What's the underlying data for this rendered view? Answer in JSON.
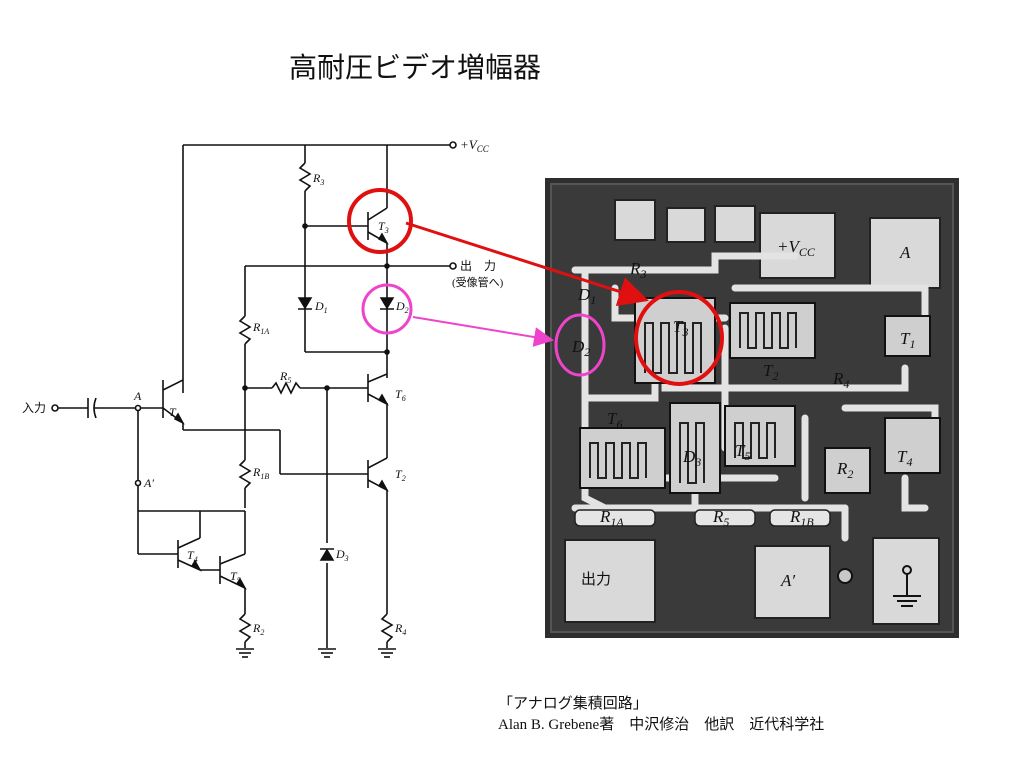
{
  "title": "高耐圧ビデオ増幅器",
  "schematic": {
    "supply_label": "+V",
    "supply_sub": "CC",
    "input_label": "入力",
    "output_label": "出　力",
    "output_note": "(受像管へ)",
    "node_a": "A",
    "node_a_prime": "A′",
    "components": {
      "R3": [
        "R",
        "3"
      ],
      "T3": [
        "T",
        "3"
      ],
      "D1": [
        "D",
        "1"
      ],
      "D2": [
        "D",
        "2"
      ],
      "R1A": [
        "R",
        "1A"
      ],
      "R5": [
        "R",
        "5"
      ],
      "T1": [
        "T",
        "1"
      ],
      "T6": [
        "T",
        "6"
      ],
      "R1B": [
        "R",
        "1B"
      ],
      "T2": [
        "T",
        "2"
      ],
      "T4": [
        "T",
        "4"
      ],
      "T5": [
        "T",
        "5"
      ],
      "D3": [
        "D",
        "3"
      ],
      "R2": [
        "R",
        "2"
      ],
      "R4": [
        "R",
        "4"
      ]
    }
  },
  "chip": {
    "labels": {
      "R3": [
        "R",
        "3"
      ],
      "D1": [
        "D",
        "1"
      ],
      "D2": [
        "D",
        "2"
      ],
      "T3": [
        "T",
        "3"
      ],
      "T2": [
        "T",
        "2"
      ],
      "R4": [
        "R",
        "4"
      ],
      "T1": [
        "T",
        "1"
      ],
      "T6": [
        "T",
        "6"
      ],
      "D3": [
        "D",
        "3"
      ],
      "T5": [
        "T",
        "5"
      ],
      "R2": [
        "R",
        "2"
      ],
      "T4": [
        "T",
        "4"
      ],
      "R1A": [
        "R",
        "1A"
      ],
      "R5": [
        "R",
        "5"
      ],
      "R1B": [
        "R",
        "1B"
      ]
    },
    "vcc": "+V",
    "vcc_sub": "CC",
    "pad_a": "A",
    "pad_output": "出力",
    "pad_a_prime": "A′"
  },
  "highlight_colors": {
    "T3_circle": "#e01010",
    "D2_circle": "#ee44cc"
  },
  "citation": {
    "book": "「アナログ集積回路」",
    "author_line": "Alan B. Grebene著　中沢修治　他訳　近代科学社"
  }
}
